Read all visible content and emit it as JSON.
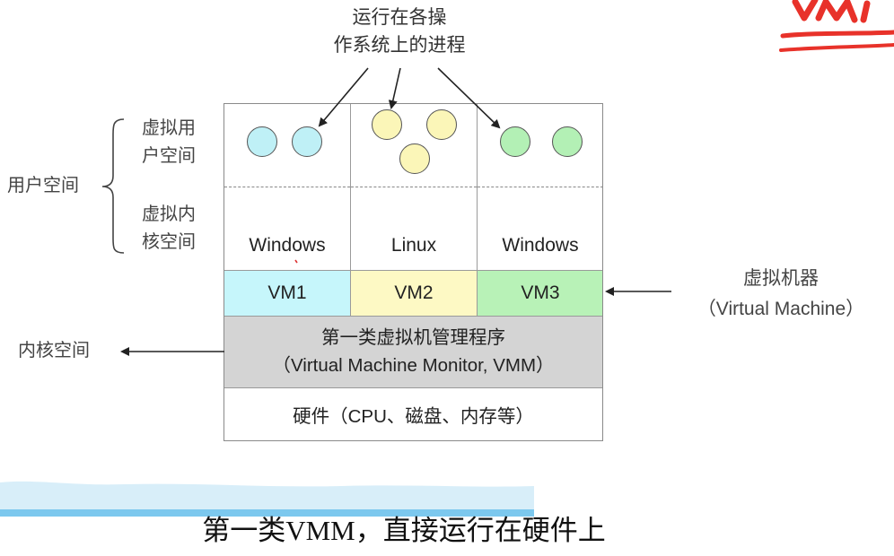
{
  "annotations": {
    "top_note_line1": "运行在各操",
    "top_note_line2": "作系统上的进程",
    "user_space": "用户空间",
    "virtual_user_line1": "虚拟用",
    "virtual_user_line2": "户空间",
    "virtual_kernel_line1": "虚拟内",
    "virtual_kernel_line2": "核空间",
    "kernel_space": "内核空间",
    "vm_label_line1": "虚拟机器",
    "vm_label_line2": "（Virtual Machine）"
  },
  "columns": [
    {
      "os": "Windows",
      "vm": "VM1",
      "process_count": 2,
      "color": "#bff0f6"
    },
    {
      "os": "Linux",
      "vm": "VM2",
      "process_count": 3,
      "color": "#fbf6b8"
    },
    {
      "os": "Windows",
      "vm": "VM3",
      "process_count": 2,
      "color": "#b3f0b5"
    }
  ],
  "vmm": {
    "line1": "第一类虚拟机管理程序",
    "line2": "（Virtual Machine Monitor, VMM）",
    "color": "#d4d4d4"
  },
  "hardware": "硬件（CPU、磁盘、内存等）",
  "caption": "第一类VMM，直接运行在硬件上",
  "colors": {
    "caption_strip": "#7cc8ee",
    "scribble": "#e8322a"
  }
}
